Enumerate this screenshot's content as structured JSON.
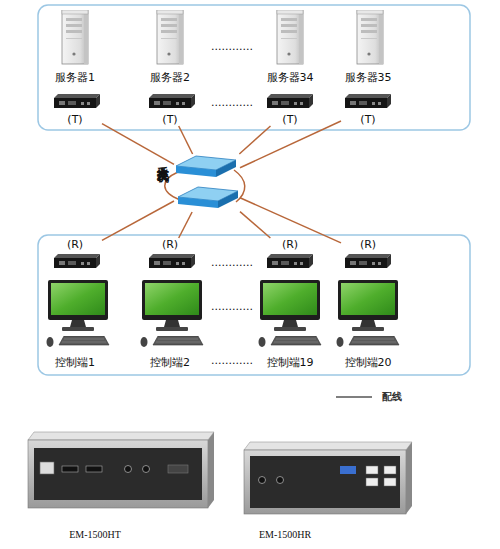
{
  "diagram": {
    "nodes": [
      {
        "text": [
          "服务器1"
        ]
      },
      {
        "text": [
          "服务器2"
        ]
      },
      {
        "text": [
          "服务器34"
        ]
      },
      {
        "text": [
          "服务器35"
        ]
      },
      {
        "text": [
          "(T)"
        ]
      },
      {
        "text": [
          "(T)"
        ]
      },
      {
        "text": [
          "(T)"
        ]
      },
      {
        "text": [
          "(T)"
        ]
      },
      {
        "text": [
          "千兆交换机"
        ]
      },
      {
        "text": [
          "(R)"
        ]
      },
      {
        "text": [
          "(R)"
        ]
      },
      {
        "text": [
          "(R)"
        ]
      },
      {
        "text": [
          "(R)"
        ]
      },
      {
        "text": [
          "控制端1"
        ]
      },
      {
        "text": [
          "控制端2"
        ]
      },
      {
        "text": [
          "控制端19"
        ]
      },
      {
        "text": [
          "控制端20"
        ]
      }
    ],
    "edges": [
      {
        "from": 4,
        "to": 8,
        "arrow": "none"
      },
      {
        "from": 5,
        "to": 8,
        "arrow": "none"
      },
      {
        "from": 6,
        "to": 8,
        "arrow": "none"
      },
      {
        "from": 7,
        "to": 8,
        "arrow": "none"
      },
      {
        "from": 8,
        "to": 9,
        "arrow": "none"
      },
      {
        "from": 8,
        "to": 10,
        "arrow": "none"
      },
      {
        "from": 8,
        "to": 11,
        "arrow": "none"
      },
      {
        "from": 8,
        "to": 12,
        "arrow": "none"
      }
    ],
    "labels": [
      "............",
      "............",
      "............",
      "............",
      "............",
      "EM-1500HT",
      "EM-1500HR"
    ],
    "legend": [
      {
        "text": "配线"
      }
    ]
  }
}
